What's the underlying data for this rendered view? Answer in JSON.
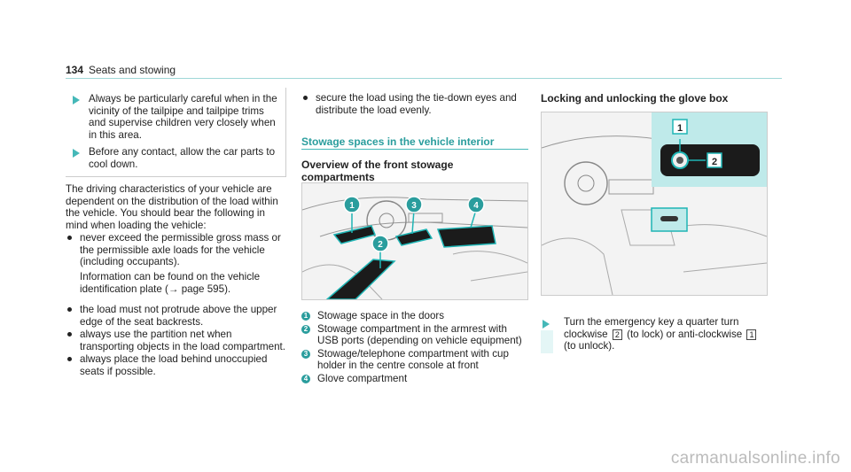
{
  "header": {
    "page_number": "134",
    "section": "Seats and stowing"
  },
  "warnings": [
    "Always be particularly careful when in the vicinity of the tailpipe and tailpipe trims and supervise children very closely when in this area.",
    "Before any contact, allow the car parts to cool down."
  ],
  "left": {
    "intro": "The driving characteristics of your vehicle are dependent on the distribution of the load within the vehicle. You should bear the following in mind when loading the vehicle:",
    "bullet_1": "never exceed the permissible gross mass or the permissible axle loads for the vehicle (including occupants).",
    "bullet_1_note": "Information can be found on the vehicle identification plate (→ page 595).",
    "bullets": [
      "the load must not protrude above the upper edge of the seat backrests.",
      "always use the partition net when transporting objects in the load compartment.",
      "always place the load behind unoccupied seats if possible."
    ]
  },
  "middle": {
    "bullet": "secure the load using the tie-down eyes and distribute the load evenly.",
    "section_heading": "Stowage spaces in the vehicle interior",
    "sub_heading": "Overview of the front stowage compartments",
    "callouts": [
      "1",
      "2",
      "3",
      "4"
    ],
    "items": [
      {
        "num": "1",
        "text": "Stowage space in the doors"
      },
      {
        "num": "2",
        "text": "Stowage compartment in the armrest with USB ports (depending on vehicle equipment)"
      },
      {
        "num": "3",
        "text": "Stowage/telephone compartment with cup holder in the centre console at front"
      },
      {
        "num": "4",
        "text": "Glove compartment"
      }
    ]
  },
  "right": {
    "heading": "Locking and unlocking the glove box",
    "callouts": [
      "1",
      "2"
    ],
    "step_a": "Turn the emergency key a quarter turn clockwise",
    "key_lock": "2",
    "step_b": "(to lock) or anti-clockwise",
    "key_unlock": "1",
    "step_c": "(to unlock)."
  },
  "watermark": "carmanualsonline.info",
  "colors": {
    "accent": "#2a9d9d",
    "highlight": "#bfeaea",
    "outline": "#1fb5b5"
  }
}
